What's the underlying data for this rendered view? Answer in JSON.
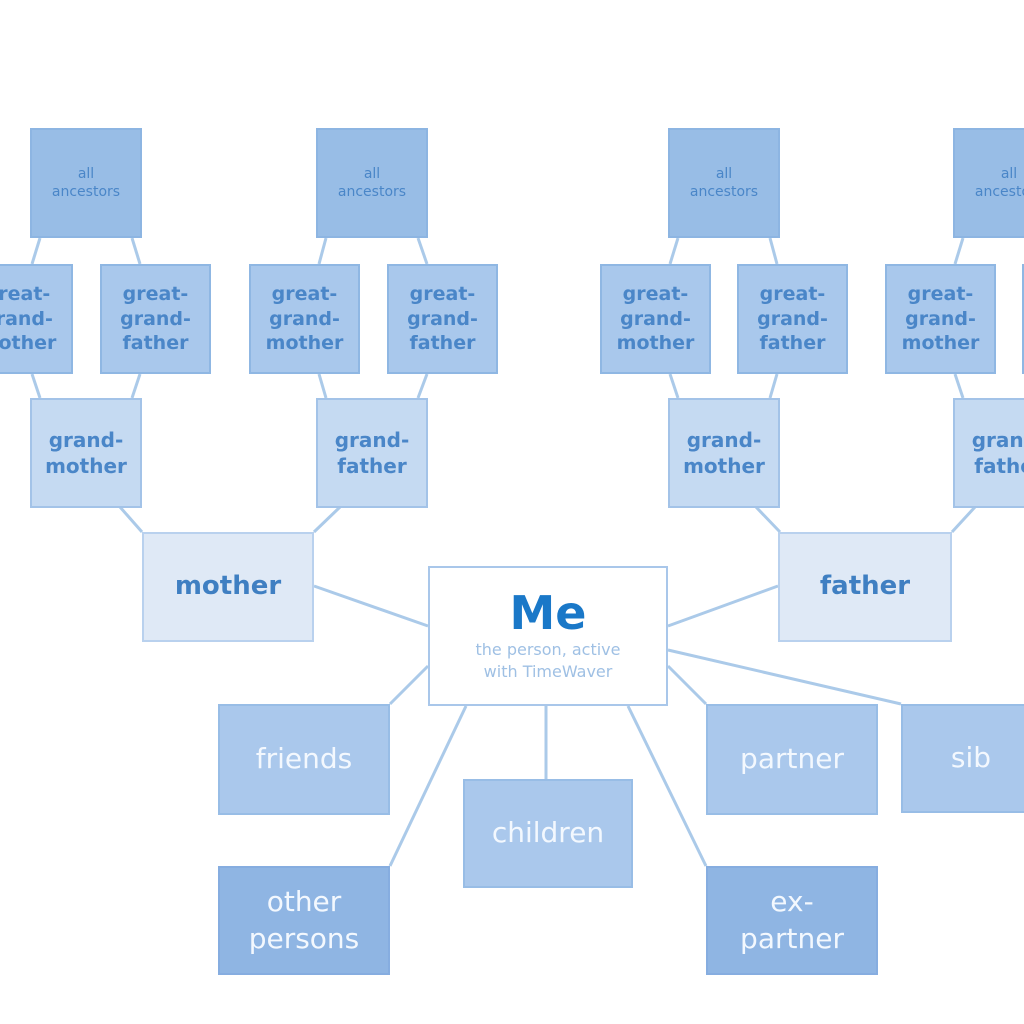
{
  "colors": {
    "line": "#abcae9",
    "accent": "#1a78c8"
  },
  "me": {
    "title": "Me",
    "subtitle_line1": "the person, active",
    "subtitle_line2": "with TimeWaver"
  },
  "ancestors": {
    "label_line1": "all",
    "label_line2": "ancestors"
  },
  "great_grandmother": [
    "great-",
    "grand-",
    "mother"
  ],
  "great_grandfather": [
    "great-",
    "grand-",
    "father"
  ],
  "grandmother": [
    "grand-",
    "mother"
  ],
  "grandfather": [
    "grand-",
    "father"
  ],
  "mother": "mother",
  "father": "father",
  "relations": {
    "friends": "friends",
    "children": "children",
    "partner": "partner",
    "siblings": "sib",
    "other_persons": [
      "other",
      "persons"
    ],
    "ex_partner": [
      "ex-",
      "partner"
    ]
  }
}
